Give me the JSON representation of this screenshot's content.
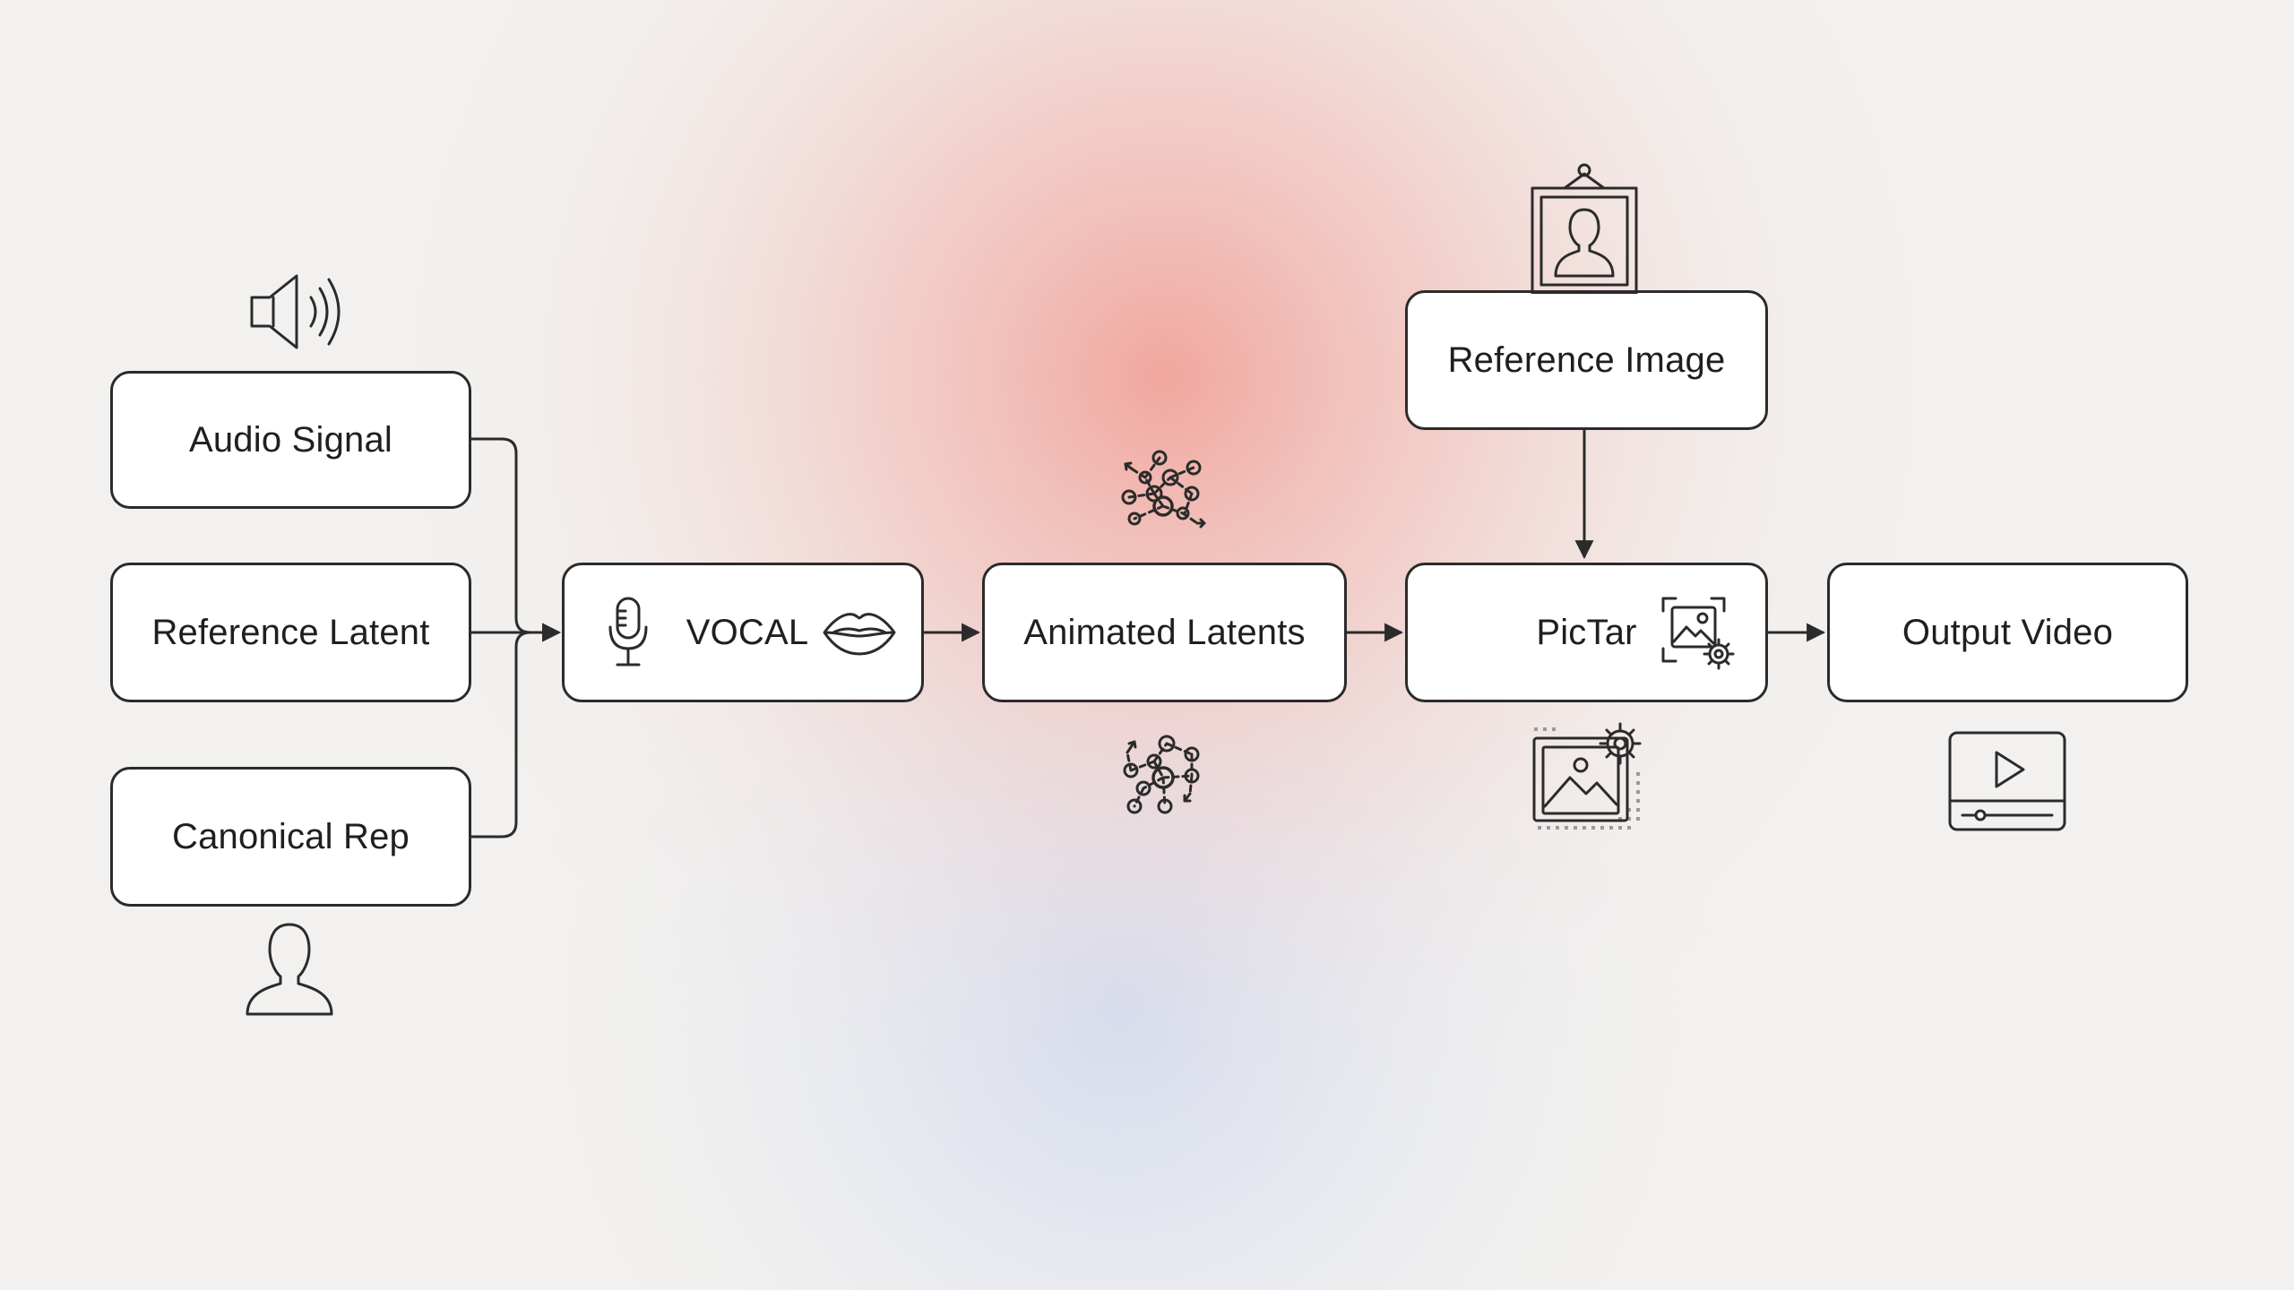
{
  "diagram": {
    "type": "flowchart",
    "direction": "left-to-right",
    "nodes": {
      "audio_signal": {
        "label": "Audio Signal",
        "icon": "speaker-icon"
      },
      "reference_latent": {
        "label": "Reference Latent"
      },
      "canonical_rep": {
        "label": "Canonical Rep",
        "icon": "person-icon"
      },
      "vocal": {
        "label": "VOCAL",
        "icons": [
          "microphone-icon",
          "lips-icon"
        ]
      },
      "animated_latents": {
        "label": "Animated Latents",
        "icons": [
          "network-icon",
          "network-icon"
        ]
      },
      "reference_image": {
        "label": "Reference Image",
        "icon": "framed-portrait-icon"
      },
      "pictar": {
        "label": "PicTar",
        "icons": [
          "image-gear-icon",
          "image-settings-icon"
        ]
      },
      "output_video": {
        "label": "Output Video",
        "icon": "video-player-icon"
      }
    },
    "edges": [
      {
        "from": "audio_signal",
        "to": "vocal"
      },
      {
        "from": "reference_latent",
        "to": "vocal"
      },
      {
        "from": "canonical_rep",
        "to": "vocal"
      },
      {
        "from": "vocal",
        "to": "animated_latents"
      },
      {
        "from": "animated_latents",
        "to": "pictar"
      },
      {
        "from": "reference_image",
        "to": "pictar"
      },
      {
        "from": "pictar",
        "to": "output_video"
      }
    ]
  },
  "colors": {
    "background": "#f2f1ef",
    "glow_warm": "#f0a39a",
    "glow_cool": "#c9d4ee",
    "stroke": "#2b2b2b",
    "node_fill": "#ffffff"
  }
}
